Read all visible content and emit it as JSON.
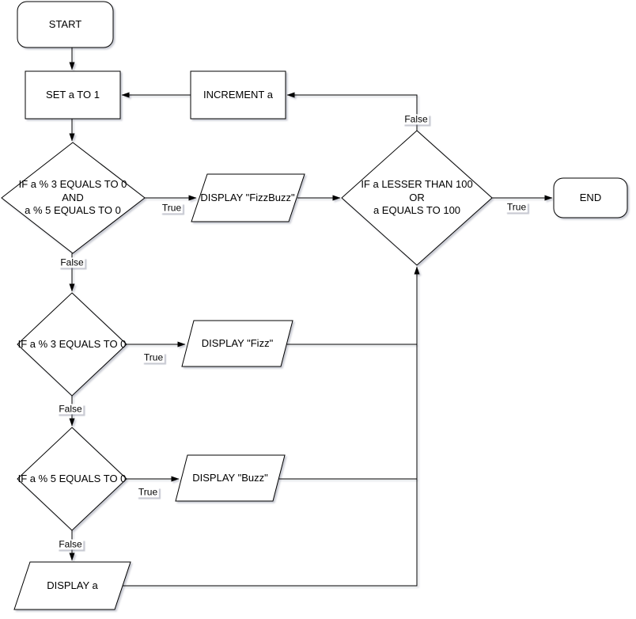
{
  "edge_labels": {
    "true": "True",
    "false": "False"
  },
  "nodes": {
    "start": {
      "label": "START"
    },
    "set_a": {
      "label": "SET a TO 1"
    },
    "increment_a": {
      "label": "INCREMENT a"
    },
    "check_fizzbuzz": {
      "line1": "IF a % 3 EQUALS TO 0",
      "line2": "AND",
      "line3": "a % 5 EQUALS TO 0"
    },
    "display_fizzbuzz": {
      "label": "DISPLAY \"FizzBuzz\""
    },
    "check_loop": {
      "line1": "IF a LESSER THAN 100",
      "line2": "OR",
      "line3": "a EQUALS TO 100"
    },
    "end": {
      "label": "END"
    },
    "check_fizz": {
      "label": "IF a % 3 EQUALS TO 0"
    },
    "display_fizz": {
      "label": "DISPLAY \"Fizz\""
    },
    "check_buzz": {
      "label": "IF a % 5 EQUALS TO 0"
    },
    "display_buzz": {
      "label": "DISPLAY \"Buzz\""
    },
    "display_a": {
      "label": "DISPLAY a"
    }
  },
  "colors": {
    "stroke": "#000000",
    "node_fill": "#ffffff",
    "background": "#ffffff",
    "shadow": "#9aa0b4"
  }
}
